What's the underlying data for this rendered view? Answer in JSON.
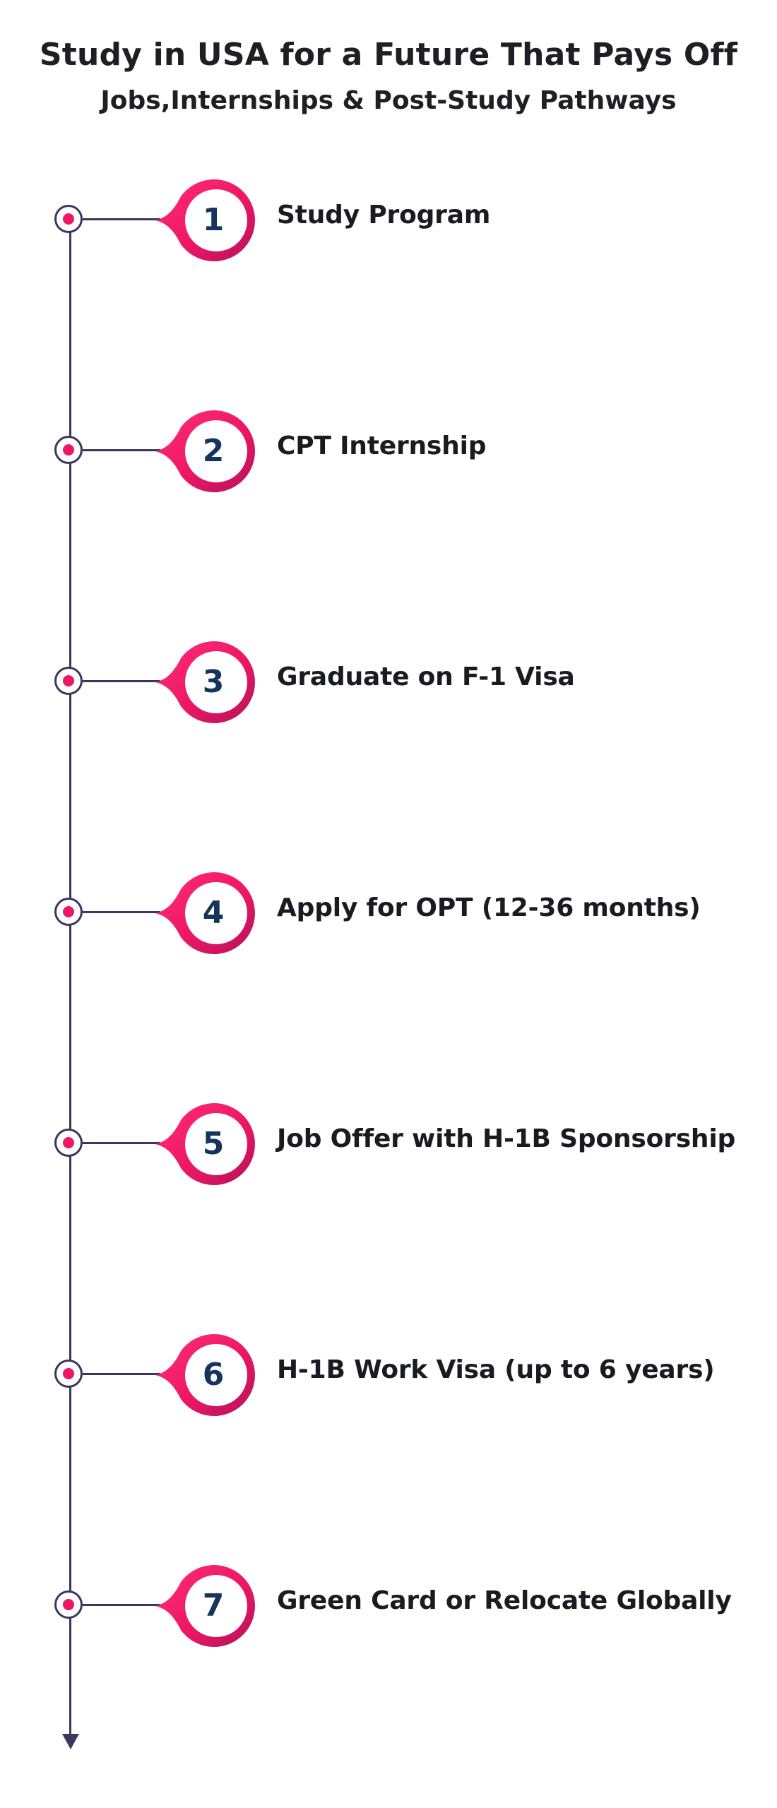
{
  "header": {
    "title": "Study in USA for a Future That Pays Off",
    "subtitle": "Jobs,Internships & Post-Study Pathways"
  },
  "colors": {
    "accent_pink": "#ee1766",
    "accent_magenta": "#c2185b",
    "line": "#3c3560",
    "number": "#15355c"
  },
  "steps": [
    {
      "number": "1",
      "label": "Study Program"
    },
    {
      "number": "2",
      "label": "CPT Internship"
    },
    {
      "number": "3",
      "label": "Graduate on F-1 Visa"
    },
    {
      "number": "4",
      "label": "Apply for OPT (12-36 months)"
    },
    {
      "number": "5",
      "label": "Job Offer with H-1B Sponsorship"
    },
    {
      "number": "6",
      "label": "H-1B Work Visa (up to 6 years)"
    },
    {
      "number": "7",
      "label": "Green Card or Relocate Globally"
    }
  ]
}
